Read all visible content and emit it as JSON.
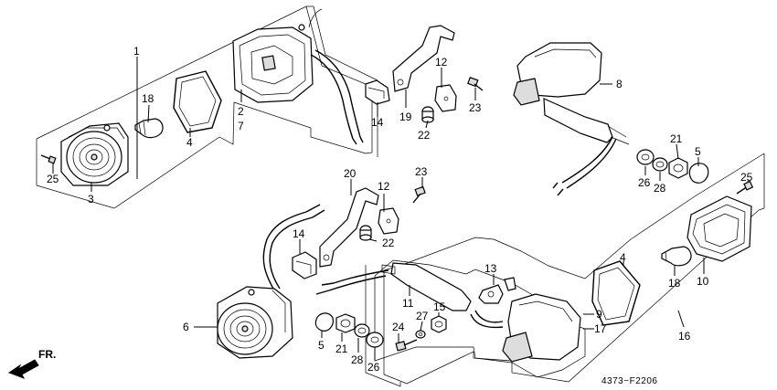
{
  "diagram": {
    "figure_code": "4373−F2206",
    "direction": "FR.",
    "callouts": {
      "c1": "1",
      "c2": "2",
      "c3": "3",
      "c4a": "4",
      "c4b": "4",
      "c5a": "5",
      "c5b": "5",
      "c6": "6",
      "c7": "7",
      "c8": "8",
      "c9": "9",
      "c10": "10",
      "c11": "11",
      "c12a": "12",
      "c12b": "12",
      "c13": "13",
      "c14a": "14",
      "c14b": "14",
      "c15": "15",
      "c16": "16",
      "c17": "17",
      "c18a": "18",
      "c18b": "18",
      "c19": "19",
      "c20": "20",
      "c21a": "21",
      "c21b": "21",
      "c22a": "22",
      "c22b": "22",
      "c23a": "23",
      "c23b": "23",
      "c24": "24",
      "c25a": "25",
      "c25b": "25",
      "c26a": "26",
      "c26b": "26",
      "c27": "27",
      "c28a": "28",
      "c28b": "28"
    }
  }
}
